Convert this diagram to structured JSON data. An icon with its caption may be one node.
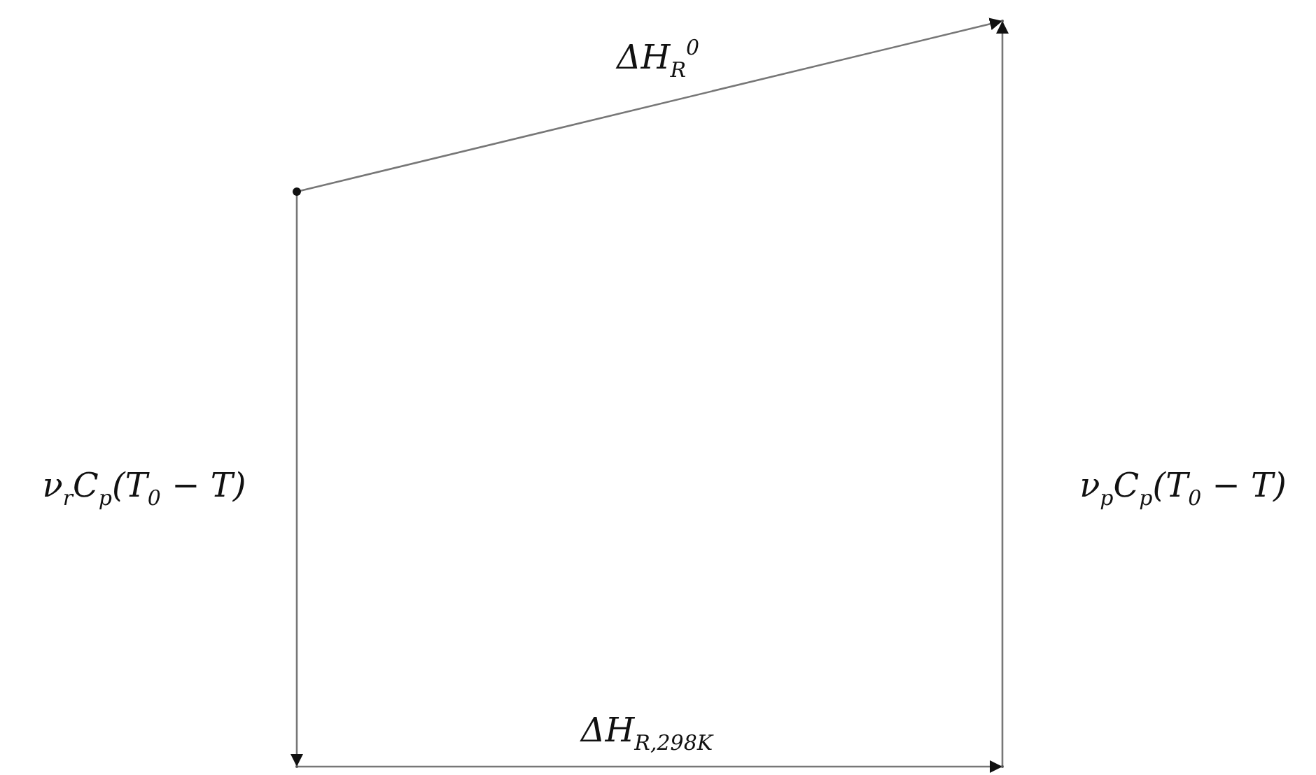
{
  "diagram": {
    "nodes": [
      {
        "text": [],
        "shape": "dot"
      },
      {
        "text": [],
        "shape": "point"
      },
      {
        "text": [],
        "shape": "point"
      },
      {
        "text": [],
        "shape": "point"
      }
    ],
    "edges": [
      {
        "from": 0,
        "to": 1,
        "arrow": "to",
        "label": "ΔH$_{R}$$^{0}$"
      },
      {
        "from": 0,
        "to": 2,
        "arrow": "to",
        "label": "ν$_{r}$C$_{p}$(T$_{0}$ − T)"
      },
      {
        "from": 2,
        "to": 3,
        "arrow": "to",
        "label": "ΔH$_{R,298K}$"
      },
      {
        "from": 3,
        "to": 1,
        "arrow": "to",
        "label": "ν$_{p}$C$_{p}$(T$_{0}$ − T)"
      }
    ]
  }
}
